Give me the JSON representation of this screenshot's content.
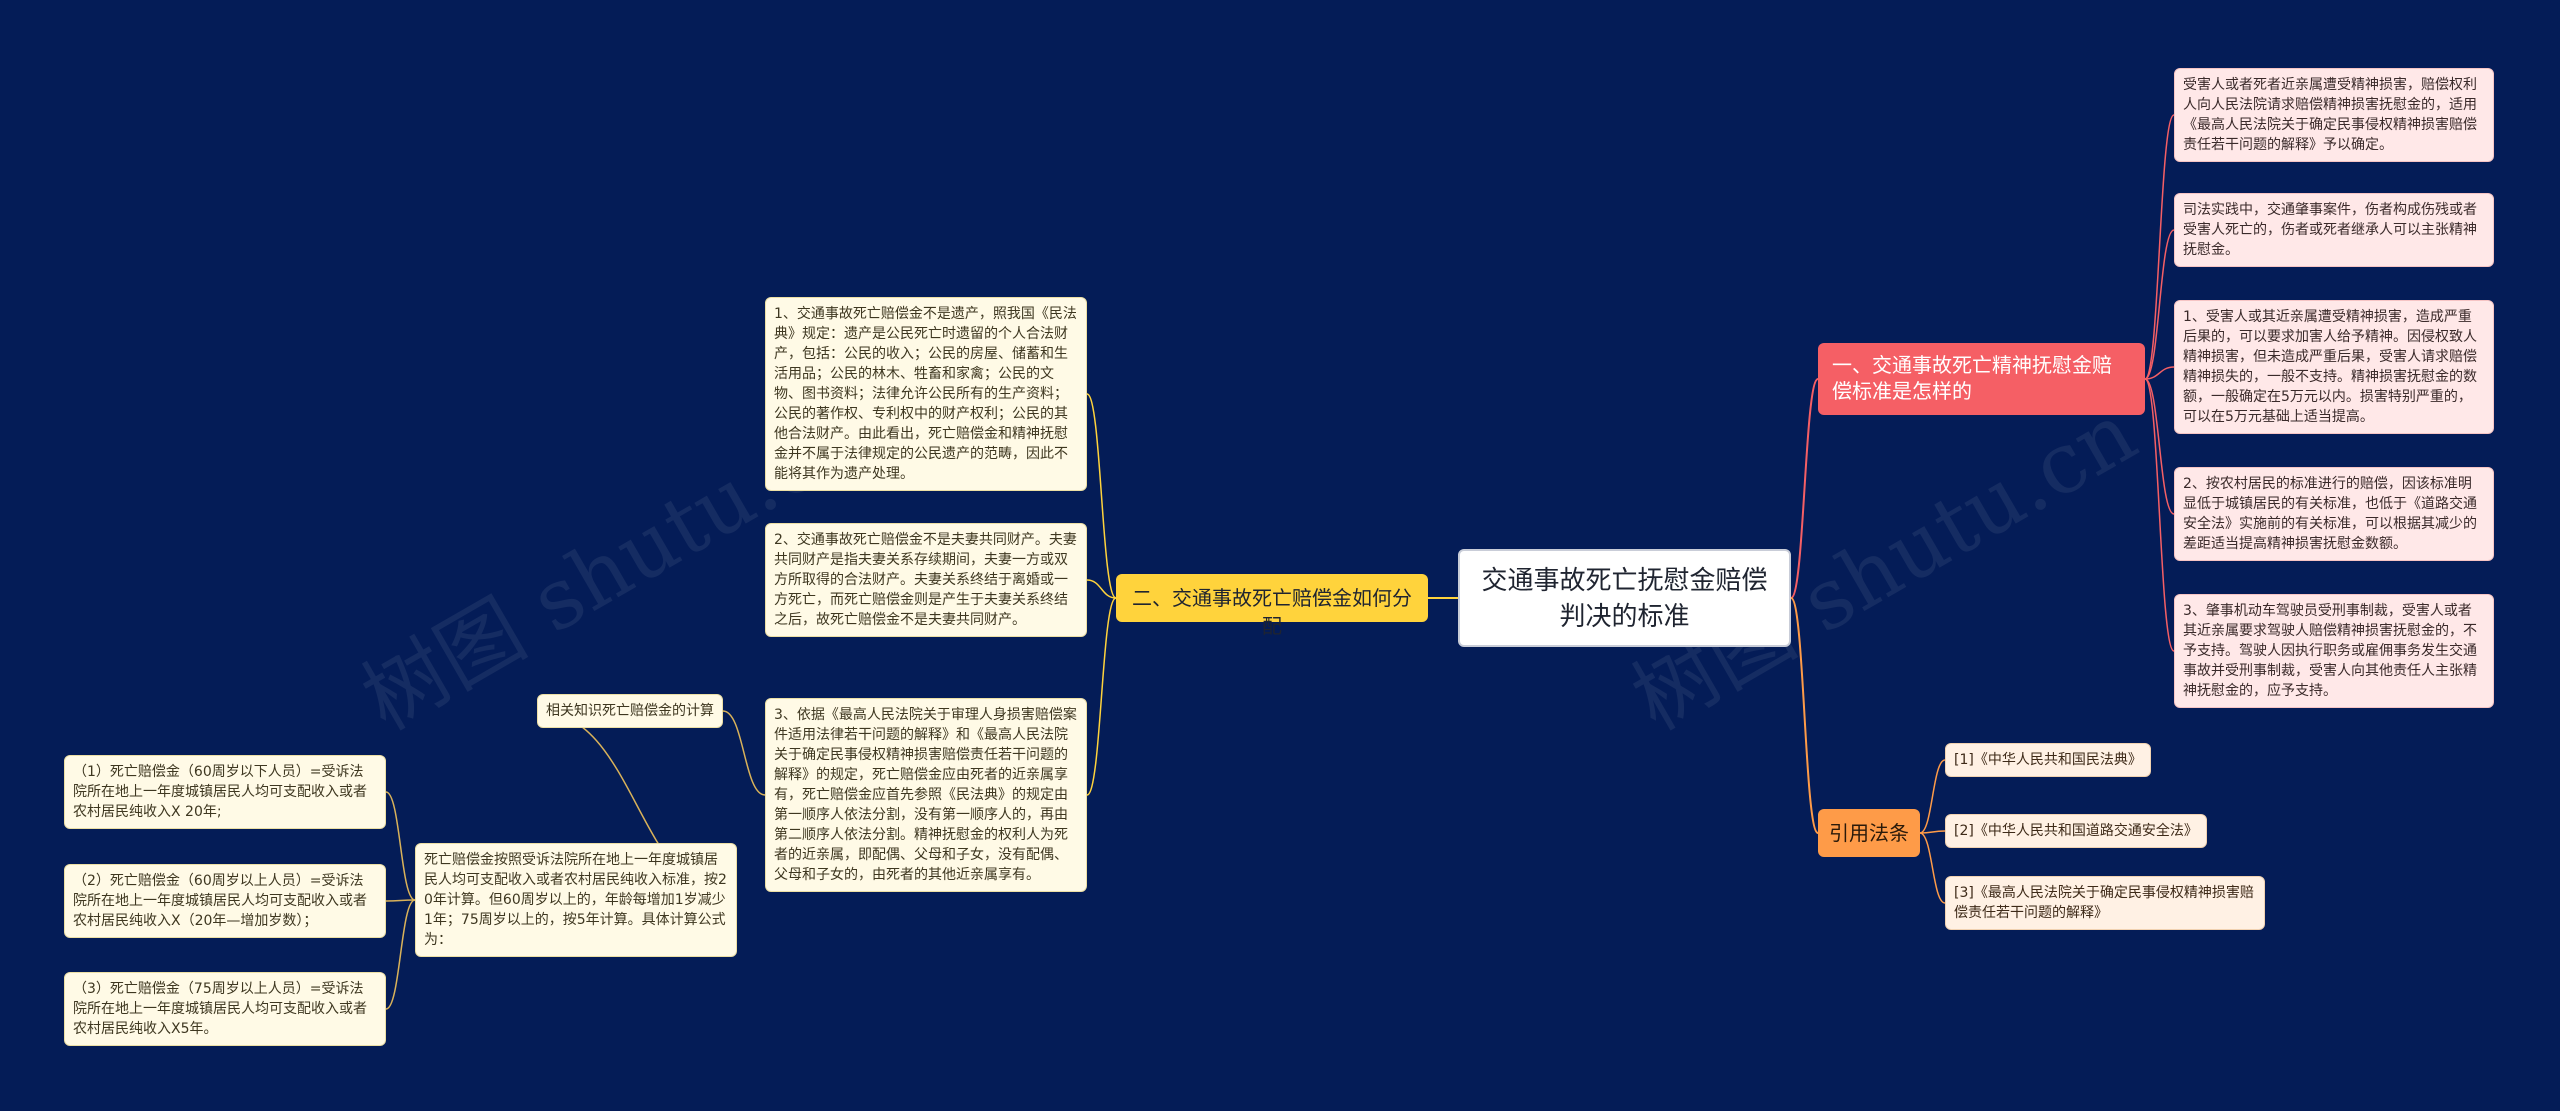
{
  "root": {
    "label": "交通事故死亡抚慰金赔偿判决的标准"
  },
  "branches": {
    "mental_damage": {
      "label": "一、交通事故死亡精神抚慰金赔偿标准是怎样的",
      "color": "#f55f65",
      "items": [
        "受害人或者死者近亲属遭受精神损害，赔偿权利人向人民法院请求赔偿精神损害抚慰金的，适用《最高人民法院关于确定民事侵权精神损害赔偿责任若干问题的解释》予以确定。",
        "司法实践中，交通肇事案件，伤者构成伤残或者受害人死亡的，伤者或死者继承人可以主张精神抚慰金。",
        "1、受害人或其近亲属遭受精神损害，造成严重后果的，可以要求加害人给予精神。因侵权致人精神损害，但未造成严重后果，受害人请求赔偿精神损失的，一般不支持。精神损害抚慰金的数额，一般确定在5万元以内。损害特别严重的，可以在5万元基础上适当提高。",
        "2、按农村居民的标准进行的赔偿，因该标准明显低于城镇居民的有关标准，也低于《道路交通安全法》实施前的有关标准，可以根据其减少的差距适当提高精神损害抚慰金数额。",
        "3、肇事机动车驾驶员受刑事制裁，受害人或者其近亲属要求驾驶人赔偿精神损害抚慰金的，不予支持。驾驶人因执行职务或雇佣事务发生交通事故并受刑事制裁，受害人向其他责任人主张精神抚慰金的，应予支持。"
      ]
    },
    "distribution": {
      "label": "二、交通事故死亡赔偿金如何分配",
      "color": "#ffd33c",
      "items": [
        "1、交通事故死亡赔偿金不是遗产，照我国《民法典》规定：遗产是公民死亡时遗留的个人合法财产，包括：公民的收入；公民的房屋、储蓄和生活用品；公民的林木、牲畜和家禽；公民的文物、图书资料；法律允许公民所有的生产资料；公民的著作权、专利权中的财产权利；公民的其他合法财产。由此看出，死亡赔偿金和精神抚慰金并不属于法律规定的公民遗产的范畴，因此不能将其作为遗产处理。",
        "2、交通事故死亡赔偿金不是夫妻共同财产。夫妻共同财产是指夫妻关系存续期间，夫妻一方或双方所取得的合法财产。夫妻关系终结于离婚或一方死亡，而死亡赔偿金则是产生于夫妻关系终结之后，故死亡赔偿金不是夫妻共同财产。",
        "3、依据《最高人民法院关于审理人身损害赔偿案件适用法律若干问题的解释》和《最高人民法院关于确定民事侵权精神损害赔偿责任若干问题的解释》的规定，死亡赔偿金应由死者的近亲属享有，死亡赔偿金应首先参照《民法典》的规定由第一顺序人依法分割，没有第一顺序人的，再由第二顺序人依法分割。精神抚慰金的权利人为死者的近亲属，即配偶、父母和子女，没有配偶、父母和子女的，由死者的其他近亲属享有。"
      ],
      "related": {
        "label": "相关知识死亡赔偿金的计算",
        "formula_intro": "死亡赔偿金按照受诉法院所在地上一年度城镇居民人均可支配收入或者农村居民纯收入标准，按20年计算。但60周岁以上的，年龄每增加1岁减少1年；75周岁以上的，按5年计算。具体计算公式为：",
        "formulas": [
          "（1）死亡赔偿金（60周岁以下人员）=受诉法院所在地上一年度城镇居民人均可支配收入或者农村居民纯收入X 20年;",
          "（2）死亡赔偿金（60周岁以上人员）=受诉法院所在地上一年度城镇居民人均可支配收入或者农村居民纯收入X（20年—增加岁数）；",
          "（3）死亡赔偿金（75周岁以上人员）=受诉法院所在地上一年度城镇居民人均可支配收入或者农村居民纯收入X5年。"
        ]
      }
    },
    "references": {
      "label": "引用法条",
      "color": "#fe9b48",
      "items": [
        "[1]《中华人民共和国民法典》",
        "[2]《中华人民共和国道路交通安全法》",
        "[3]《最高人民法院关于确定民事侵权精神损害赔偿责任若干问题的解释》"
      ]
    }
  },
  "watermark": "树图 shutu.cn",
  "colors": {
    "background": "#041c57",
    "link": "#d9b25a"
  }
}
